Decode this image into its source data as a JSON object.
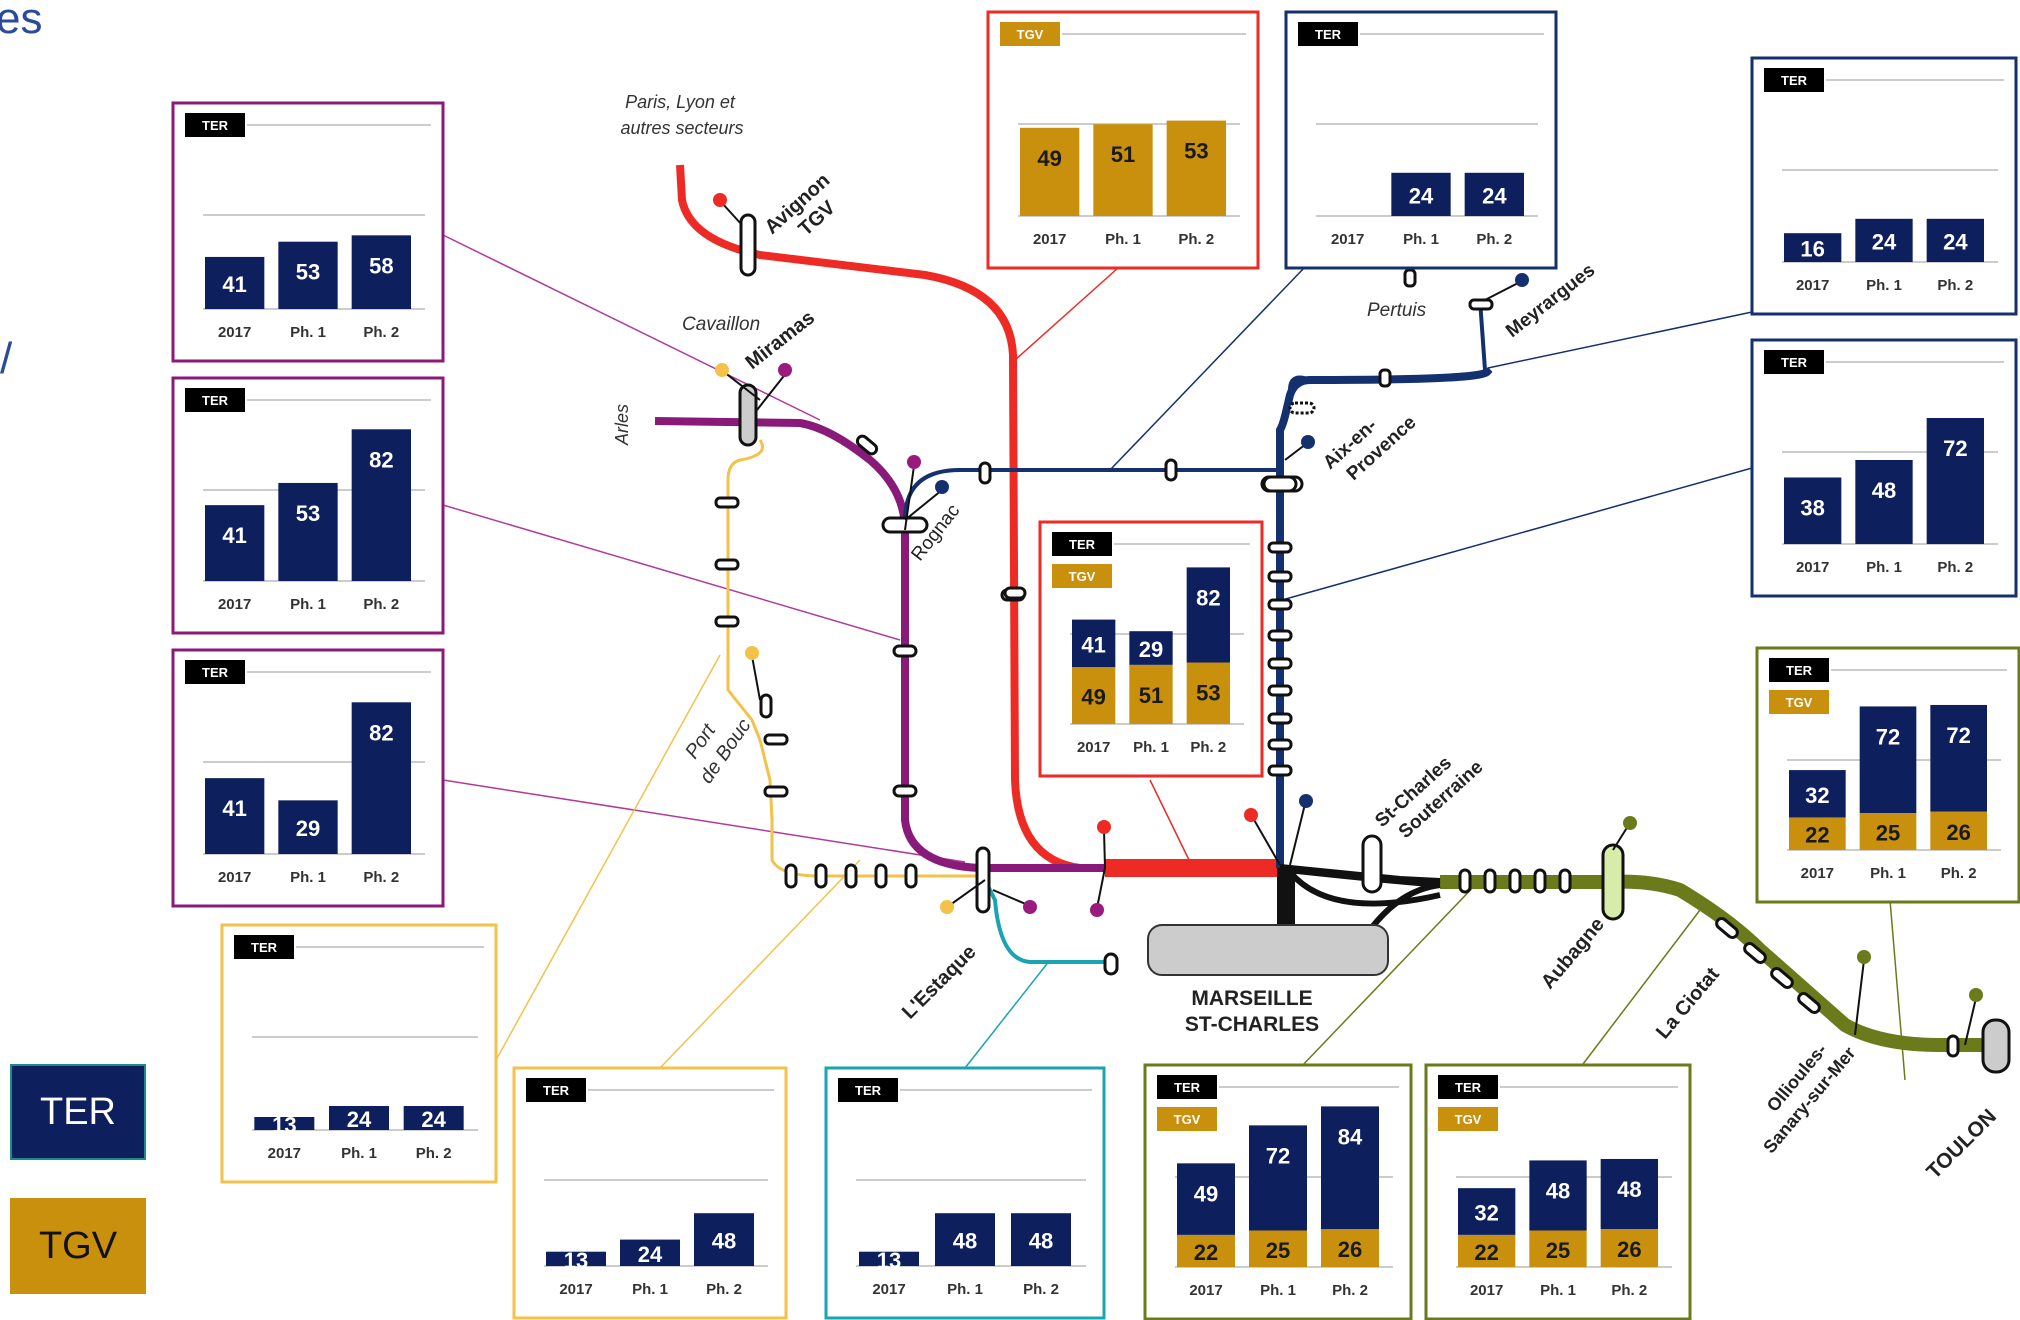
{
  "colors": {
    "ter": "#0d1f5c",
    "tgv": "#c8900c",
    "paris_line": "#ee2a24",
    "miramas_line": "#8a1a7a",
    "aix_line": "#14306e",
    "cote_bleue": "#f2c24a",
    "estaque_line": "#1aa3b0",
    "toulon_line": "#6b7a1a"
  },
  "edge_fragments": {
    "top": "es",
    "mid": "/"
  },
  "legend": {
    "ter": "TER",
    "tgv": "TGV"
  },
  "map": {
    "origin_note": [
      "Paris, Lyon et",
      "autres secteurs"
    ],
    "stations": {
      "avignon": [
        "Avignon",
        "TGV"
      ],
      "cavaillon": "Cavaillon",
      "miramas": "Miramas",
      "arles": "Arles",
      "rognac": "Rognac",
      "pertuis": "Pertuis",
      "meyrargues": "Meyrargues",
      "aix": [
        "Aix-en-",
        "Provence"
      ],
      "port_de_bouc": [
        "Port",
        "de Bouc"
      ],
      "estaque": "L'Estaque",
      "marseille": [
        "MARSEILLE",
        "ST-CHARLES"
      ],
      "st_charles_sout": [
        "St-Charles",
        "Souterraine"
      ],
      "aubagne": "Aubagne",
      "la_ciotat": "La Ciotat",
      "ollioules": [
        "Ollioules-",
        "Sanary-sur-Mer"
      ],
      "toulon": "TOULON"
    }
  },
  "chart_data": [
    {
      "id": "miramas-arles",
      "type": "bar",
      "categories": [
        "2017",
        "Ph. 1",
        "Ph. 2"
      ],
      "series": [
        {
          "name": "TER",
          "values": [
            41,
            53,
            58
          ]
        }
      ],
      "tags": [
        "TER"
      ],
      "frame": "#8a1a7a"
    },
    {
      "id": "rognac",
      "type": "bar",
      "categories": [
        "2017",
        "Ph. 1",
        "Ph. 2"
      ],
      "series": [
        {
          "name": "TER",
          "values": [
            41,
            53,
            82
          ]
        }
      ],
      "tags": [
        "TER"
      ],
      "frame": "#8a1a7a"
    },
    {
      "id": "vitrolles",
      "type": "bar",
      "categories": [
        "2017",
        "Ph. 1",
        "Ph. 2"
      ],
      "series": [
        {
          "name": "TER",
          "values": [
            41,
            29,
            82
          ]
        }
      ],
      "tags": [
        "TER"
      ],
      "frame": "#8a1a7a"
    },
    {
      "id": "port-de-bouc",
      "type": "bar",
      "categories": [
        "2017",
        "Ph. 1",
        "Ph. 2"
      ],
      "series": [
        {
          "name": "TER",
          "values": [
            13,
            24,
            24
          ]
        }
      ],
      "tags": [
        "TER"
      ],
      "frame": "#f2c24a"
    },
    {
      "id": "cote-bleue",
      "type": "bar",
      "categories": [
        "2017",
        "Ph. 1",
        "Ph. 2"
      ],
      "series": [
        {
          "name": "TER",
          "values": [
            13,
            24,
            48
          ]
        }
      ],
      "tags": [
        "TER"
      ],
      "frame": "#f2c24a"
    },
    {
      "id": "estaque",
      "type": "bar",
      "categories": [
        "2017",
        "Ph. 1",
        "Ph. 2"
      ],
      "series": [
        {
          "name": "TER",
          "values": [
            13,
            48,
            48
          ]
        }
      ],
      "tags": [
        "TER"
      ],
      "frame": "#1aa3b0"
    },
    {
      "id": "avignon-tgv",
      "type": "bar",
      "categories": [
        "2017",
        "Ph. 1",
        "Ph. 2"
      ],
      "series": [
        {
          "name": "TGV",
          "values": [
            49,
            51,
            53
          ]
        }
      ],
      "tags": [
        "TGV"
      ],
      "frame": "#ee2a24"
    },
    {
      "id": "pertuis",
      "type": "bar",
      "categories": [
        "2017",
        "Ph. 1",
        "Ph. 2"
      ],
      "series": [
        {
          "name": "TER",
          "values": [
            0,
            24,
            24
          ]
        }
      ],
      "tags": [
        "TER"
      ],
      "frame": "#14306e"
    },
    {
      "id": "meyrargues",
      "type": "bar",
      "categories": [
        "2017",
        "Ph. 1",
        "Ph. 2"
      ],
      "series": [
        {
          "name": "TER",
          "values": [
            16,
            24,
            24
          ]
        }
      ],
      "tags": [
        "TER"
      ],
      "frame": "#14306e"
    },
    {
      "id": "aix",
      "type": "bar",
      "categories": [
        "2017",
        "Ph. 1",
        "Ph. 2"
      ],
      "series": [
        {
          "name": "TER",
          "values": [
            38,
            48,
            72
          ]
        }
      ],
      "tags": [
        "TER"
      ],
      "frame": "#14306e"
    },
    {
      "id": "marseille-north",
      "type": "bar",
      "stacked": true,
      "categories": [
        "2017",
        "Ph. 1",
        "Ph. 2"
      ],
      "series": [
        {
          "name": "TGV",
          "values": [
            49,
            51,
            53
          ]
        },
        {
          "name": "TER",
          "values": [
            41,
            29,
            82
          ]
        }
      ],
      "tags": [
        "TER",
        "TGV"
      ],
      "frame": "#ee2a24"
    },
    {
      "id": "aubagne",
      "type": "bar",
      "stacked": true,
      "categories": [
        "2017",
        "Ph. 1",
        "Ph. 2"
      ],
      "series": [
        {
          "name": "TGV",
          "values": [
            22,
            25,
            26
          ]
        },
        {
          "name": "TER",
          "values": [
            49,
            72,
            84
          ]
        }
      ],
      "tags": [
        "TER",
        "TGV"
      ],
      "frame": "#6b7a1a"
    },
    {
      "id": "la-ciotat",
      "type": "bar",
      "stacked": true,
      "categories": [
        "2017",
        "Ph. 1",
        "Ph. 2"
      ],
      "series": [
        {
          "name": "TGV",
          "values": [
            22,
            25,
            26
          ]
        },
        {
          "name": "TER",
          "values": [
            32,
            48,
            48
          ]
        }
      ],
      "tags": [
        "TER",
        "TGV"
      ],
      "frame": "#6b7a1a"
    },
    {
      "id": "toulon",
      "type": "bar",
      "stacked": true,
      "categories": [
        "2017",
        "Ph. 1",
        "Ph. 2"
      ],
      "series": [
        {
          "name": "TGV",
          "values": [
            22,
            25,
            26
          ]
        },
        {
          "name": "TER",
          "values": [
            32,
            72,
            72
          ]
        }
      ],
      "tags": [
        "TER",
        "TGV"
      ],
      "frame": "#6b7a1a"
    }
  ]
}
